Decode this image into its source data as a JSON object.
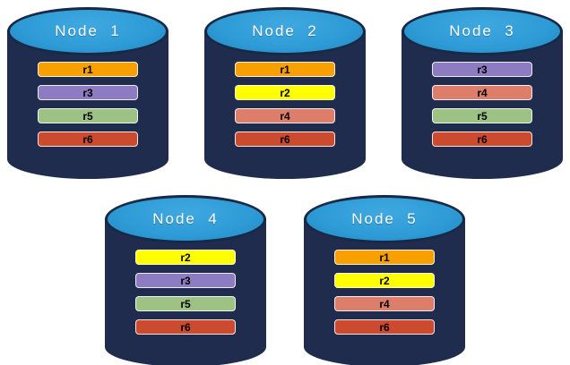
{
  "diagram": {
    "description": "Database replication diagram: five database nodes, each storing a subset of replicas r1-r6",
    "colors": {
      "cylinder_body": "#1F2C4E",
      "cylinder_top": "#2E9BD6",
      "cylinder_border": "#182945",
      "bars": {
        "r1": "#F7A000",
        "r2": "#FFFF00",
        "r3": "#8E7CC3",
        "r4": "#DD7E6B",
        "r5": "#9DC284",
        "r6": "#CC4B2E"
      }
    },
    "nodes": [
      {
        "label": "Node  1",
        "rows": [
          "r1",
          "r3",
          "r5",
          "r6"
        ]
      },
      {
        "label": "Node  2",
        "rows": [
          "r1",
          "r2",
          "r4",
          "r6"
        ]
      },
      {
        "label": "Node  3",
        "rows": [
          "r3",
          "r4",
          "r5",
          "r6"
        ]
      },
      {
        "label": "Node  4",
        "rows": [
          "r2",
          "r3",
          "r5",
          "r6"
        ]
      },
      {
        "label": "Node  5",
        "rows": [
          "r1",
          "r2",
          "r4",
          "r6"
        ]
      }
    ]
  }
}
